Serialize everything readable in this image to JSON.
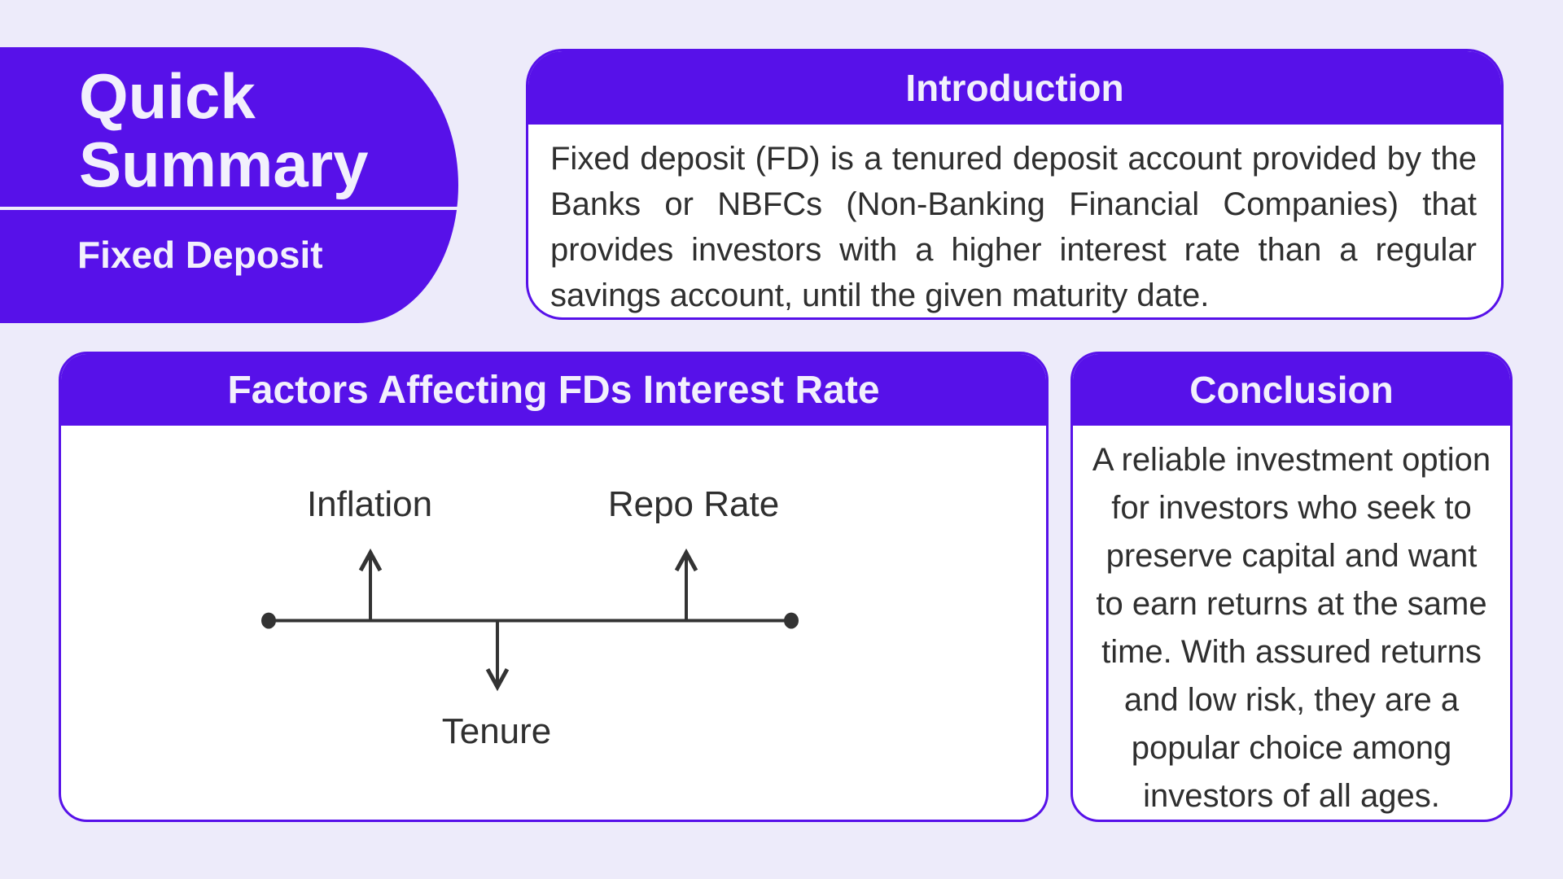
{
  "page_title": "Quick Summary - Fixed Deposit infographic",
  "colors": {
    "accent_purple": "#5711E9",
    "background_lavender": "#EDEBFA",
    "card_white": "#FFFFFF",
    "header_text": "#F2F0FC",
    "body_text": "#2F2F2F",
    "diagram_ink": "#333333",
    "divider_line": "#EFEDFB"
  },
  "quick_summary": {
    "title": "Quick\nSummary",
    "subtitle": "Fixed Deposit"
  },
  "introduction": {
    "title": "Introduction",
    "lines": [
      "Fixed deposit (FD) is a tenured deposit account provided by the",
      "Banks or NBFCs (Non-Banking Financial Companies) that",
      "provides investors with a higher interest rate than a regular",
      "savings account, until the given maturity date."
    ]
  },
  "factors": {
    "title": "Factors Affecting FDs Interest Rate",
    "items": [
      {
        "label": "Inflation",
        "arrow_direction": "up"
      },
      {
        "label": "Repo Rate",
        "arrow_direction": "up"
      },
      {
        "label": "Tenure",
        "arrow_direction": "down"
      }
    ]
  },
  "conclusion": {
    "title": "Conclusion",
    "body": "A reliable investment option\nfor investors who seek to\npreserve capital and want\nto earn returns at the same\ntime. With assured returns\nand low risk, they are a\npopular choice among\ninvestors of all ages."
  }
}
